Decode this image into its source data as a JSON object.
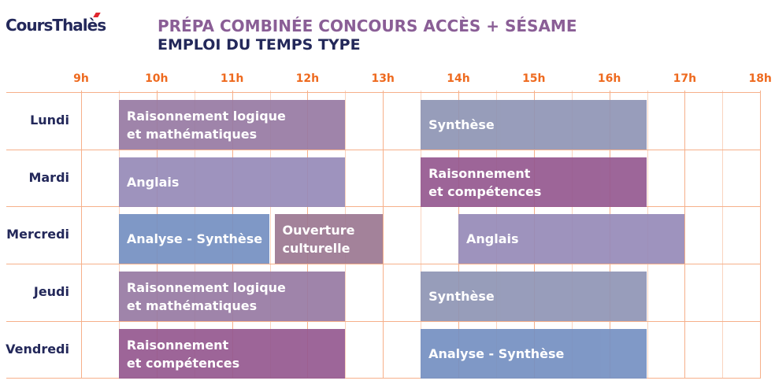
{
  "header": {
    "logo": "CoursThalès",
    "title": "PRÉPA COMBINÉE CONCOURS ACCÈS + SÉSAME",
    "subtitle": "EMPLOI DU TEMPS TYPE"
  },
  "hours": [
    "9h",
    "10h",
    "11h",
    "12h",
    "13h",
    "14h",
    "15h",
    "16h",
    "17h",
    "18h"
  ],
  "days": [
    "Lundi",
    "Mardi",
    "Mercredi",
    "Jeudi",
    "Vendredi"
  ],
  "colors": {
    "logique": "#977aa3",
    "anglais": "#968ab8",
    "synthese": "#8f95b5",
    "competences": "#955990",
    "analyse": "#7590c2",
    "ouverture": "#9c7892"
  },
  "sessions": [
    {
      "day": 0,
      "start": 9.5,
      "end": 12.5,
      "label": "Raisonnement logique\net mathématiques",
      "color": "logique"
    },
    {
      "day": 0,
      "start": 13.5,
      "end": 16.5,
      "label": "Synthèse",
      "color": "synthese"
    },
    {
      "day": 1,
      "start": 9.5,
      "end": 12.5,
      "label": "Anglais",
      "color": "anglais"
    },
    {
      "day": 1,
      "start": 13.5,
      "end": 16.5,
      "label": "Raisonnement\net compétences",
      "color": "competences"
    },
    {
      "day": 2,
      "start": 9.5,
      "end": 11.5,
      "label": "Analyse - Synthèse",
      "color": "analyse"
    },
    {
      "day": 2,
      "start": 11.5,
      "end": 13,
      "label": "Ouverture\nculturelle",
      "color": "ouverture"
    },
    {
      "day": 2,
      "start": 14,
      "end": 17,
      "label": "Anglais",
      "color": "anglais"
    },
    {
      "day": 3,
      "start": 9.5,
      "end": 12.5,
      "label": "Raisonnement logique\net mathématiques",
      "color": "logique"
    },
    {
      "day": 3,
      "start": 13.5,
      "end": 16.5,
      "label": "Synthèse",
      "color": "synthese"
    },
    {
      "day": 4,
      "start": 9.5,
      "end": 12.5,
      "label": "Raisonnement\net compétences",
      "color": "competences"
    },
    {
      "day": 4,
      "start": 13.5,
      "end": 16.5,
      "label": "Analyse - Synthèse",
      "color": "analyse"
    }
  ]
}
